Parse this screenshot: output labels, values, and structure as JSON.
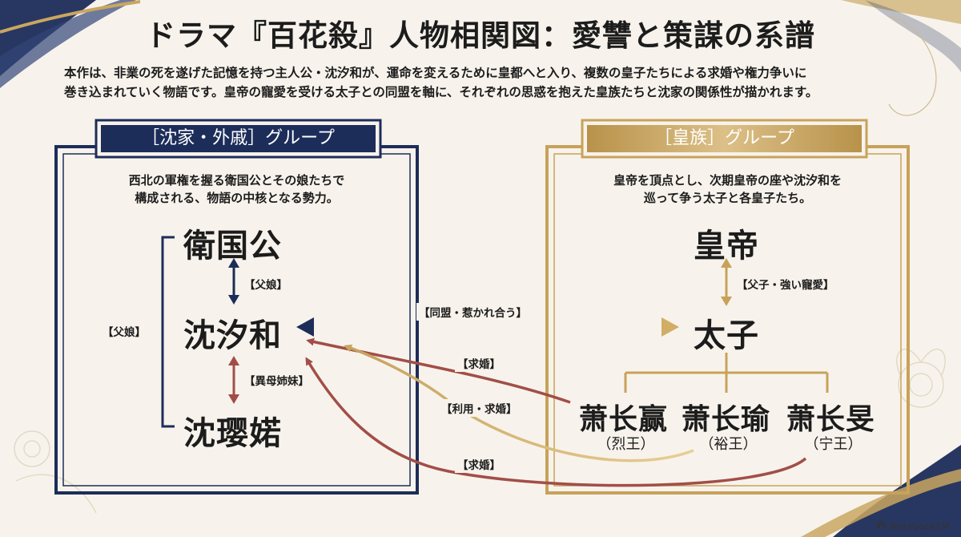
{
  "title": "ドラマ『百花殺』人物相関図：愛讐と策謀の系譜",
  "intro": {
    "line1": "本作は、非業の死を遂げた記憶を持つ主人公・沈汐和が、運命を変えるために皇都へと入り、複数の皇子たちによる求婚や権力争いに",
    "line2": "巻き込まれていく物語です。皇帝の寵愛を受ける太子との同盟を軸に、それぞれの思惑を抱えた皇族たちと沈家の関係性が描かれます。"
  },
  "left_group": {
    "title": "［沈家・外戚］グループ",
    "desc1": "西北の軍権を握る衛国公とその娘たちで",
    "desc2": "構成される、物語の中核となる勢力。",
    "nodes": {
      "top": "衛国公",
      "mid": "沈汐和",
      "bottom": "沈璎婼"
    },
    "relations": {
      "top_mid": "【父娘】",
      "bracket": "【父娘】",
      "mid_bottom": "【異母姉妹】"
    }
  },
  "right_group": {
    "title": "［皇族］グループ",
    "desc1": "皇帝を頂点とし、次期皇帝の座や沈汐和を",
    "desc2": "巡って争う太子と各皇子たち。",
    "nodes": {
      "top": "皇帝",
      "mid": "太子"
    },
    "relations": {
      "top_mid": "【父子・強い寵愛】"
    },
    "princes": [
      {
        "name": "萧长赢",
        "title": "（烈王）"
      },
      {
        "name": "萧长瑜",
        "title": "（裕王）"
      },
      {
        "name": "萧长旻",
        "title": "（宁王）"
      }
    ]
  },
  "cross_relations": {
    "alliance": "【同盟・惹かれ合う】",
    "proposal1": "【求婚】",
    "use_proposal": "【利用・求婚】",
    "proposal2": "【求婚】"
  },
  "logo": "NotebookLM",
  "colors": {
    "navy": "#1d2d5a",
    "gold": "#c8a25a",
    "red": "#a24e48",
    "bg": "#f7f3ec"
  },
  "icons": {
    "logo": "notebooklm-icon"
  }
}
